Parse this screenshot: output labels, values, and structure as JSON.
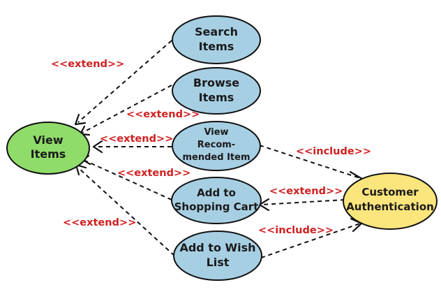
{
  "colors": {
    "blue_use_case": "#a7cfe3",
    "green_use_case": "#8fdc6a",
    "yellow_use_case": "#fbe57d",
    "relation_label": "#d02020",
    "line": "#111111"
  },
  "use_cases": {
    "view_items": [
      "View",
      "Items"
    ],
    "search_items": [
      "Search",
      "Items"
    ],
    "browse_items": [
      "Browse",
      "Items"
    ],
    "view_recommended_item": [
      "View",
      "Recom-",
      "mended Item"
    ],
    "add_to_shopping_cart": [
      "Add to",
      "Shopping Cart"
    ],
    "add_to_wish_list": [
      "Add to Wish",
      "List"
    ],
    "customer_authentication": [
      "Customer",
      "Authentication"
    ]
  },
  "relations": {
    "search_to_view": "<<extend>>",
    "browse_to_view": "<<extend>>",
    "recommended_to_view": "<<extend>>",
    "cart_to_view": "<<extend>>",
    "wishlist_to_view": "<<extend>>",
    "recommended_to_auth": "<<include>>",
    "auth_to_cart": "<<extend>>",
    "wishlist_to_auth": "<<include>>"
  }
}
